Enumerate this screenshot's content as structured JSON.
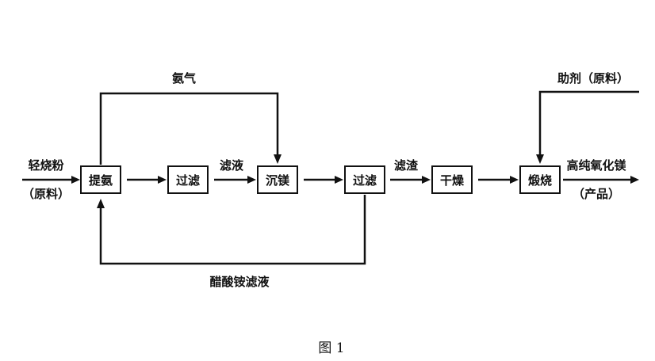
{
  "flow": {
    "input_material": "轻烧粉",
    "input_note": "（原料）",
    "steps": [
      "提氨",
      "过滤",
      "沉镁",
      "过滤",
      "干燥",
      "煅烧"
    ],
    "between_labels": [
      "滤液",
      "滤渣"
    ],
    "gas_label": "氨气",
    "additive_label": "助剂（原料）",
    "recycle_label": "醋酸铵滤液",
    "output_product": "高纯氧化镁",
    "output_note": "（产品）"
  },
  "caption": "图 1"
}
